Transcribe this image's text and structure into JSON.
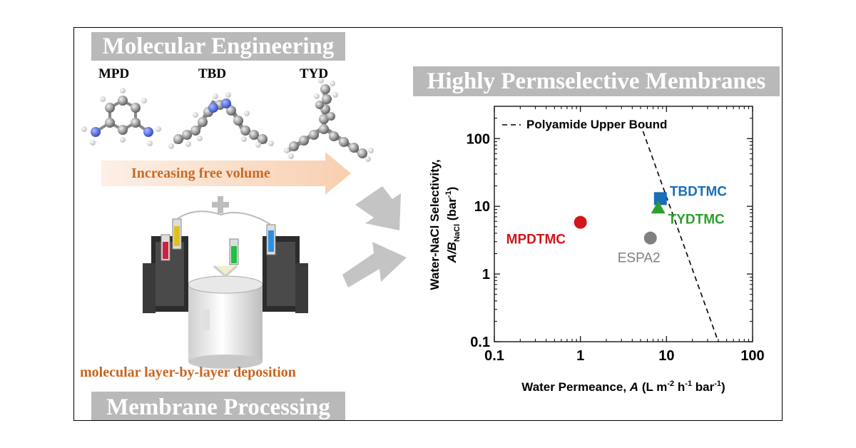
{
  "left_panel": {
    "title": "Molecular Engineering",
    "monomers": [
      "MPD",
      "TBD",
      "TYD"
    ],
    "arrow_label": "Increasing free volume",
    "process_label": "molecular layer-by-layer deposition",
    "bottom_title": "Membrane Processing"
  },
  "right_panel": {
    "title": "Highly Permselective Membranes"
  },
  "chart_data": {
    "type": "scatter",
    "xscale": "log",
    "yscale": "log",
    "xlim": [
      0.1,
      100
    ],
    "ylim": [
      0.1,
      300
    ],
    "x_ticks": [
      "0.1",
      "1",
      "10",
      "100"
    ],
    "y_ticks": [
      "0.1",
      "1",
      "10",
      "100"
    ],
    "xlabel_main": "Water Permeance,",
    "xlabel_var": "A",
    "xlabel_unit": "(L m",
    "xlabel_sup1": "-2",
    "xlabel_mid": " h",
    "xlabel_sup2": "-1",
    "xlabel_mid2": " bar",
    "xlabel_sup3": "-1",
    "xlabel_end": ")",
    "ylabel_line1": "Water-NaCl Selectivity,",
    "ylabel_var": "A/B",
    "ylabel_sub": "NaCl",
    "ylabel_unit": " (bar",
    "ylabel_sup": "-1",
    "ylabel_end": ")",
    "legend": "Polyamide Upper Bound",
    "upper_bound": [
      [
        4.2,
        300
      ],
      [
        40,
        0.1
      ]
    ],
    "points": [
      {
        "label": "MPDTMC",
        "x": 1.0,
        "y": 5.8,
        "marker": "circle",
        "color": "#d0161c"
      },
      {
        "label": "ESPA2",
        "x": 6.5,
        "y": 3.4,
        "marker": "circle",
        "color": "#808080"
      },
      {
        "label": "TBDTMC",
        "x": 8.5,
        "y": 13,
        "marker": "square",
        "color": "#1a6fb5"
      },
      {
        "label": "TYDTMC",
        "x": 8.0,
        "y": 9.5,
        "marker": "triangle",
        "color": "#2ca02c"
      }
    ]
  },
  "colors": {
    "banner_gray": "#b9b9b9",
    "arrow_orange": "#fbe0cc",
    "arrow_text": "#c86a28",
    "process_text": "#c8641e",
    "nitrogen_blue": "#4a64d8",
    "carbon_gray": "#8a8a8a"
  }
}
